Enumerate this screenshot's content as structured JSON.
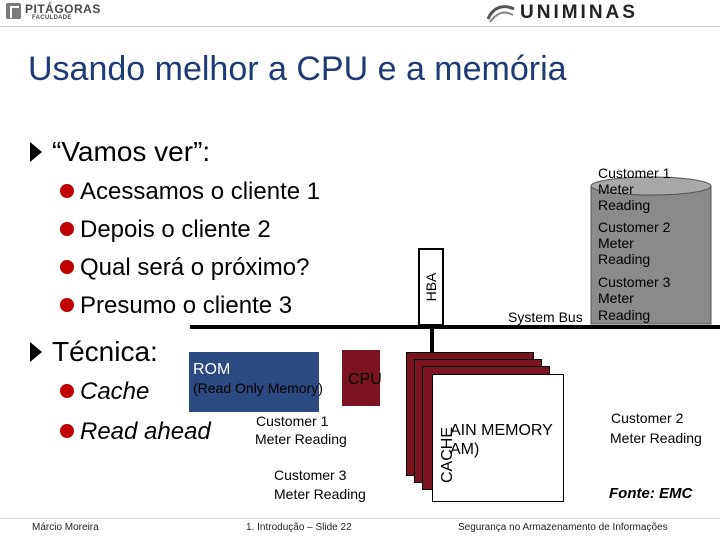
{
  "header": {
    "left_logo": {
      "name": "PITÁGORAS",
      "sub": "FACULDADE"
    },
    "right_logo": {
      "name": "UNIMINAS"
    }
  },
  "slide": {
    "title": "Usando melhor a CPU e a memória",
    "bullets": [
      {
        "text": "“Vamos ver”:",
        "items": [
          "Acessamos o cliente 1",
          "Depois o cliente 2",
          "Qual será o próximo?",
          "Presumo o cliente 3"
        ]
      },
      {
        "text": "Técnica:",
        "items": [
          "Cache",
          "Read ahead"
        ]
      }
    ]
  },
  "diagram": {
    "top_right_stack": [
      "Customer 1",
      "Meter",
      "Reading",
      "Customer 2",
      "Meter",
      "Reading",
      "Customer 3",
      "Meter",
      "Reading"
    ],
    "hba": "HBA",
    "system_bus": "System Bus",
    "rom_title": "ROM",
    "rom_sub": "(Read Only Memory)",
    "cpu": "CPU",
    "cust1_a": "Customer 1",
    "cust1_b": "Meter Reading",
    "cust3_a": "Customer 3",
    "cust3_b": "Meter Reading",
    "cache": "CACHE",
    "main_mem_a": "AIN MEMORY",
    "main_mem_b": "AM)",
    "cust2_a": "Customer 2",
    "cust2_b": "Meter Reading",
    "source": "Fonte: EMC"
  },
  "footer": {
    "author": "Márcio Moreira",
    "slide_ref": "1. Introdução – Slide 22",
    "course": "Segurança no Armazenamento de Informações"
  },
  "colors": {
    "title": "#1f3a74",
    "bullet_dot": "#c00000",
    "rom": "#2a4a80",
    "cpu_memory": "#7b1420"
  }
}
